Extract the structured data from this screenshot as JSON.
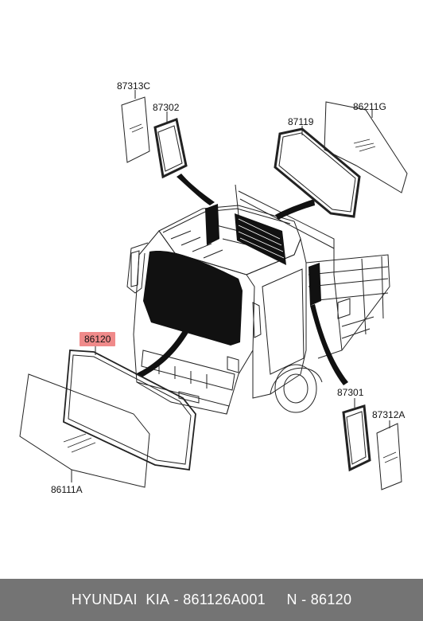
{
  "callouts": {
    "c87313c": "87313C",
    "c87302": "87302",
    "c87119": "87119",
    "c86211g": "86211G",
    "c86120": "86120",
    "c86111a": "86111A",
    "c87301": "87301",
    "c87312a": "87312A"
  },
  "footer": {
    "brand": "HYUNDAI  KIA",
    "sep1": " - ",
    "part_number": "861126A001",
    "gap": "     ",
    "n_label": "N",
    "sep2": " - ",
    "n_value": "86120"
  },
  "colors": {
    "highlight": "#f08a8a",
    "footer_bg": "#747474",
    "glass_black": "#111111"
  }
}
